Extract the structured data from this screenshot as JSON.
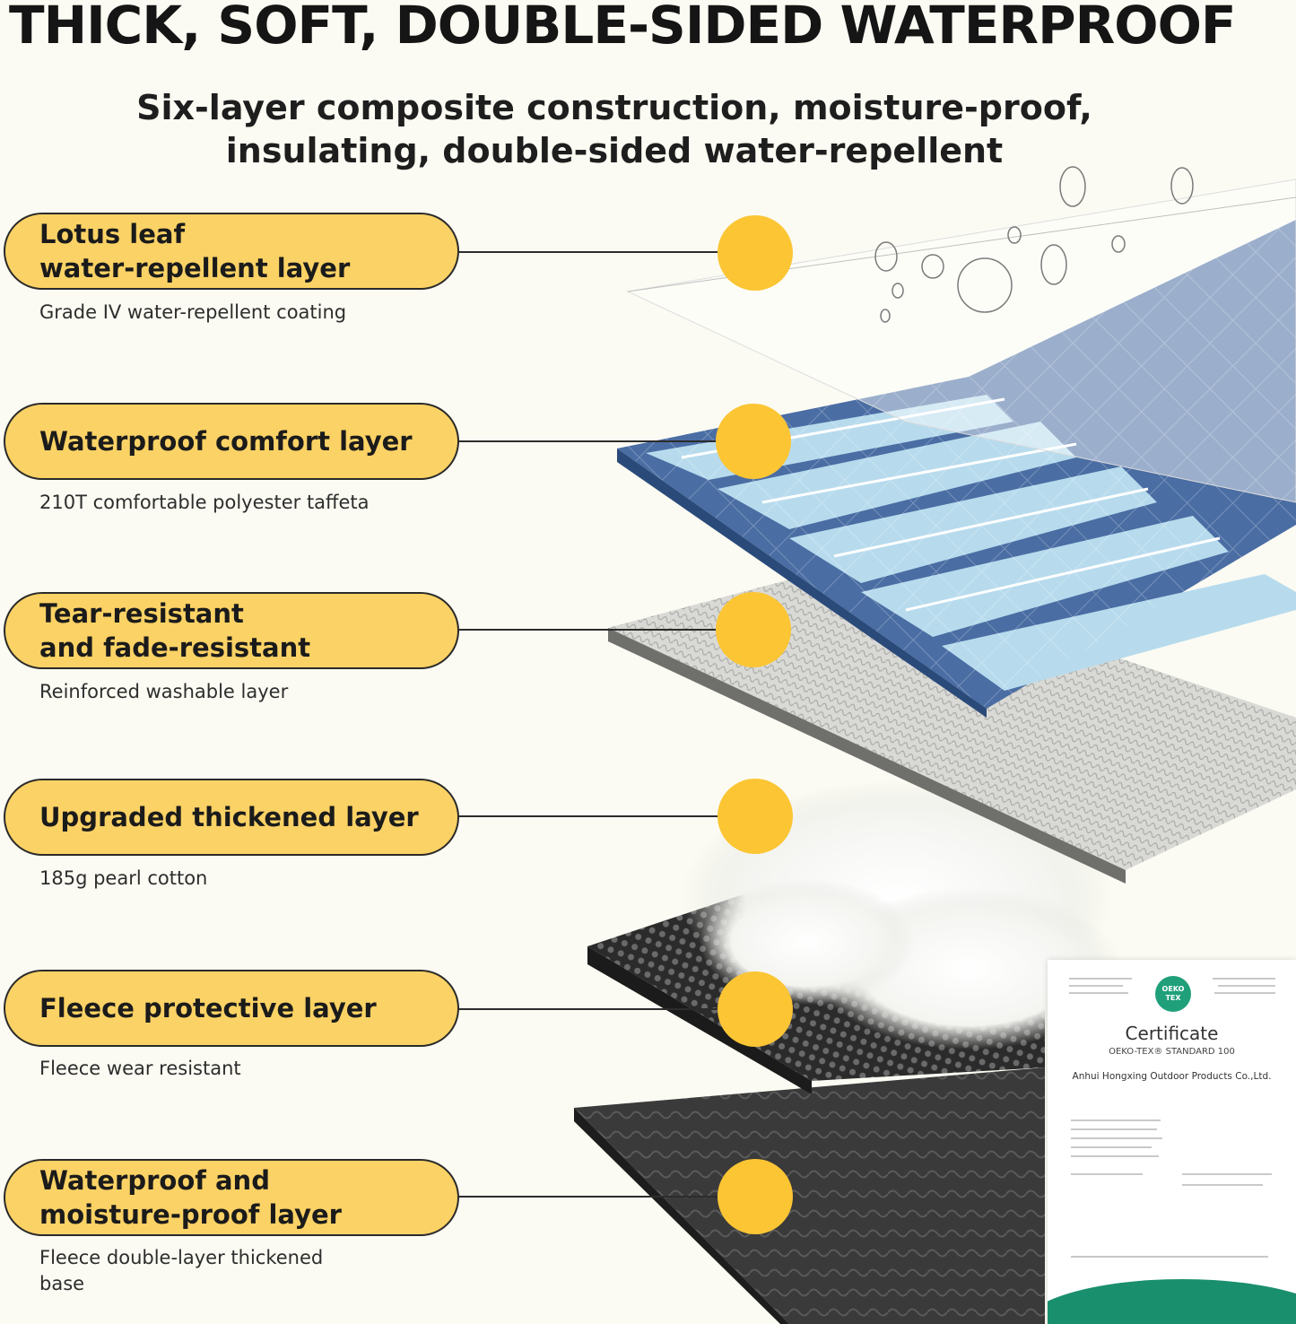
{
  "headline": "THICK, SOFT, DOUBLE-SIDED WATERPROOF",
  "subheadline": {
    "line1": "Six-layer composite construction, moisture-proof,",
    "line2": "insulating, double-sided water-repellent"
  },
  "layers": [
    {
      "title_line1": "Lotus leaf",
      "title_line2": "water-repellent layer",
      "description_line1": "Grade IV water-repellent coating",
      "description_line2": ""
    },
    {
      "title_line1": "Waterproof comfort layer",
      "title_line2": "",
      "description_line1": "210T comfortable polyester taffeta",
      "description_line2": ""
    },
    {
      "title_line1": "Tear-resistant",
      "title_line2": "and fade-resistant",
      "description_line1": "Reinforced washable layer",
      "description_line2": ""
    },
    {
      "title_line1": "Upgraded thickened layer",
      "title_line2": "",
      "description_line1": "185g pearl cotton",
      "description_line2": ""
    },
    {
      "title_line1": "Fleece protective layer",
      "title_line2": "",
      "description_line1": "Fleece wear resistant",
      "description_line2": ""
    },
    {
      "title_line1": "Waterproof and",
      "title_line2": "moisture-proof layer",
      "description_line1": "Fleece double-layer thickened",
      "description_line2": "base"
    }
  ],
  "certificate": {
    "logo_text": "OEKO TEX",
    "title": "Certificate",
    "standard": "OEKO-TEX® STANDARD 100",
    "company": "Anhui Hongxing Outdoor Products Co.,Ltd."
  },
  "colors": {
    "background": "#fbfbf3",
    "pill": "#fbd265",
    "dot": "#fbc534",
    "blue_dark": "#3d5e92",
    "blue_light": "#a8d0e6",
    "grey": "#cfcfcf",
    "black_layer": "#2a2a2a",
    "cert_green": "#1a8f6e"
  }
}
